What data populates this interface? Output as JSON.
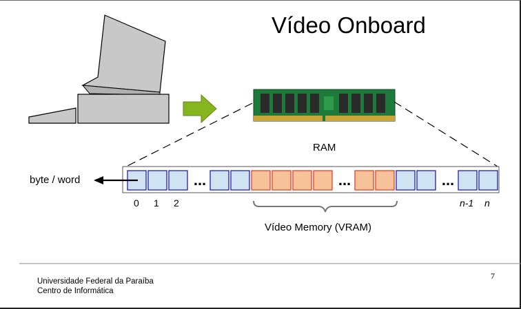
{
  "slide": {
    "title": "Vídeo Onboard",
    "ram_label": "RAM",
    "byte_label": "byte / word",
    "vram_label": "Vídeo Memory (VRAM)",
    "indices": {
      "i0": "0",
      "i1": "1",
      "i2": "2",
      "n_minus_1": "n-1",
      "n": "n"
    },
    "ellipsis": "...",
    "page_number": "7"
  },
  "footer": {
    "line1": "Universidade Federal da Paraíba",
    "line2": "Centro de Informática"
  },
  "colors": {
    "cell_blue_fill": "#cfe3f3",
    "cell_blue_border": "#1f1fb0",
    "cell_orange_fill": "#f7c29a",
    "cell_orange_border": "#d9442a",
    "arrow_green": "#86b51f",
    "computer_gray": "#c8c8c8"
  },
  "memory_cells": [
    "blue",
    "blue",
    "blue",
    "gap",
    "blue",
    "blue",
    "orange",
    "orange",
    "orange",
    "orange",
    "gap",
    "orange",
    "orange",
    "blue",
    "blue",
    "gap",
    "blue",
    "blue"
  ]
}
